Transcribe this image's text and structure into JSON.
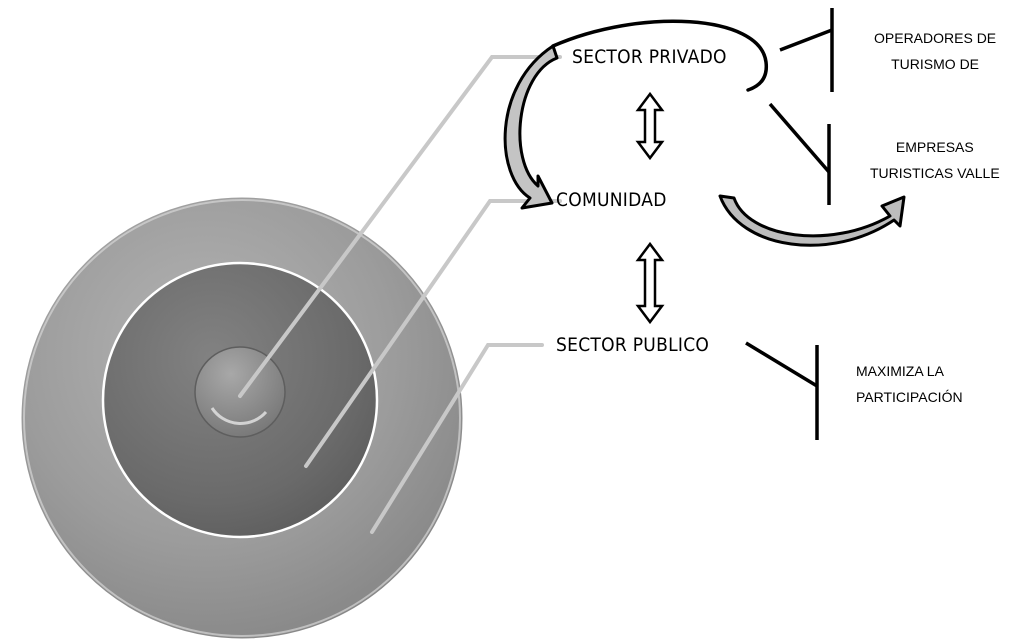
{
  "nodes": {
    "sector_privado": "SECTOR PRIVADO",
    "comunidad": "COMUNIDAD",
    "sector_publico": "SECTOR PUBLICO"
  },
  "annotations": {
    "operadores": [
      "OPERADORES DE",
      "TURISMO DE"
    ],
    "empresas": [
      "EMPRESAS",
      "TURISTICAS VALLE"
    ],
    "maximiza": [
      "MAXIMIZA LA",
      "PARTICIPACIÓN"
    ]
  },
  "colors": {
    "outer_ring": "#9a9a9a",
    "middle_disc": "#6f6f6f",
    "inner_disc": "#8a8a8a",
    "connector_lines": "#c8c8c8",
    "outline": "#000000",
    "arrow_fill": "#bdbdbd"
  }
}
